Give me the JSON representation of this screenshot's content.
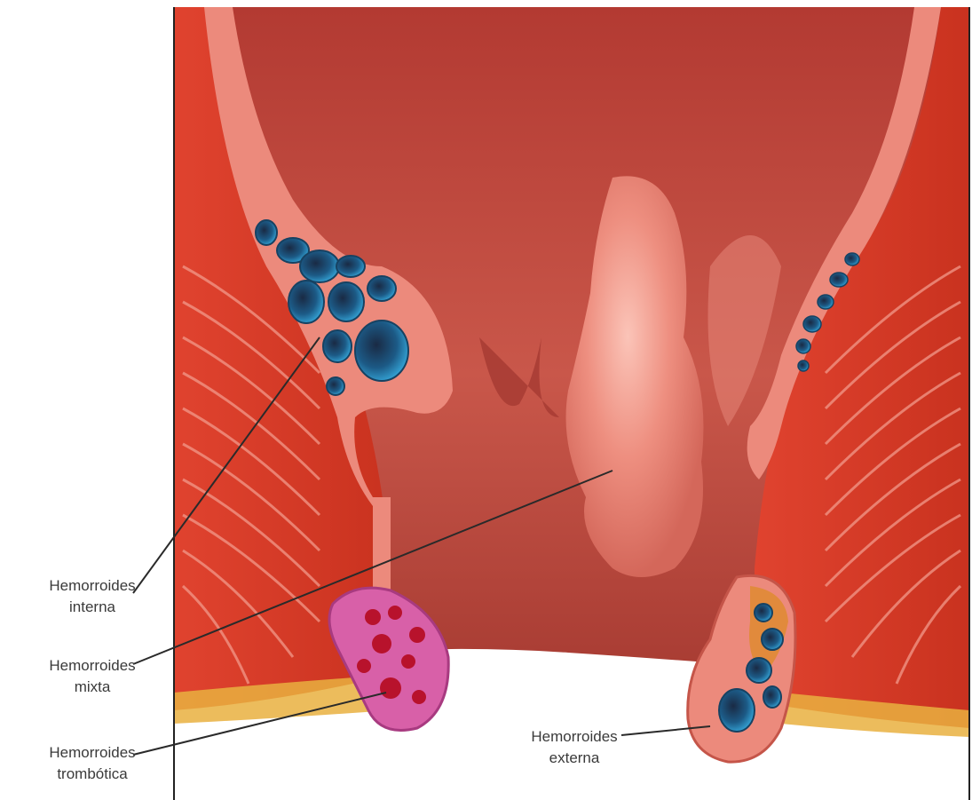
{
  "labels": {
    "interna": {
      "line1": "Hemorroides",
      "line2": "interna"
    },
    "mixta": {
      "line1": "Hemorroides",
      "line2": "mixta"
    },
    "trombotica": {
      "line1": "Hemorroides",
      "line2": "trombótica"
    },
    "externa": {
      "line1": "Hemorroides",
      "line2": "externa"
    }
  },
  "colors": {
    "muscle": "#d8382a",
    "mucosa": "#e8796a",
    "lumen": "#b8473c",
    "vein_blue": "#2a9fd6",
    "thrombosed": "#d860a8",
    "fat": "#e9b040"
  }
}
